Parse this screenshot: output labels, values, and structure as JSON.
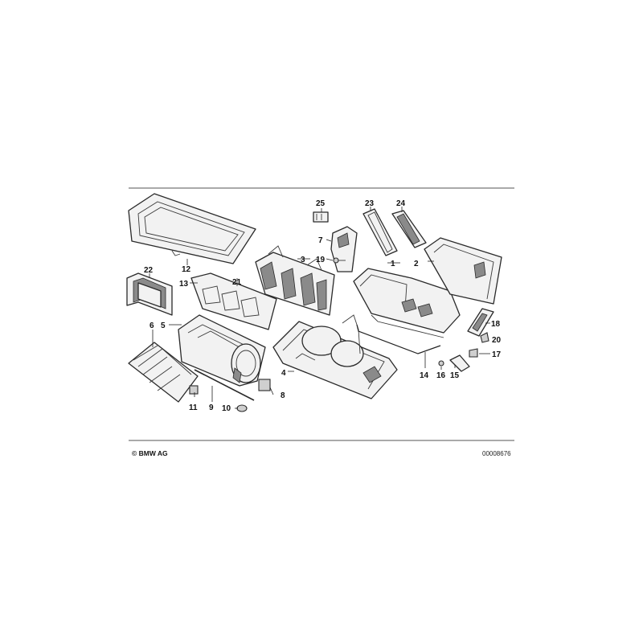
{
  "diagram": {
    "copyright": "© BMW AG",
    "drawing_number": "00008676",
    "callouts": [
      "1",
      "2",
      "3",
      "4",
      "5",
      "6",
      "7",
      "8",
      "9",
      "10",
      "11",
      "12",
      "13",
      "14",
      "15",
      "16",
      "17",
      "18",
      "19",
      "20",
      "21",
      "22",
      "23",
      "24",
      "25"
    ]
  }
}
